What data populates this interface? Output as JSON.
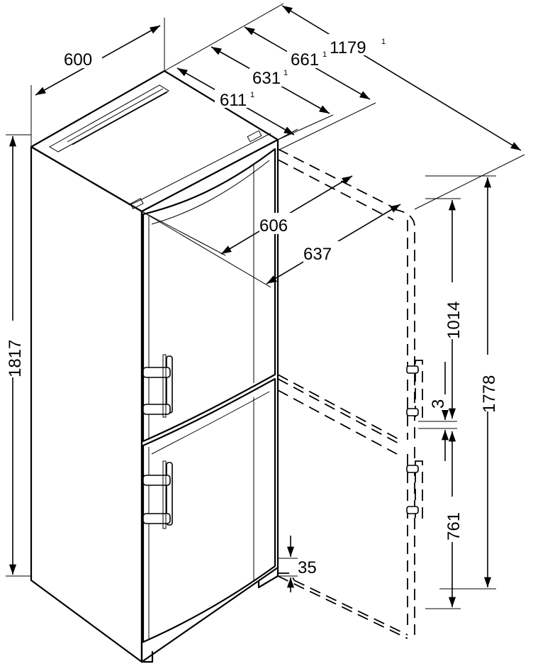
{
  "dimensions": {
    "width": "600",
    "depth_611": "611",
    "depth_611_sup": "1",
    "depth_631": "631",
    "depth_631_sup": "1",
    "depth_661": "661",
    "depth_661_sup": "1",
    "depth_1179": "1179",
    "depth_1179_sup": "1",
    "door_606": "606",
    "door_637": "637",
    "total_height": "1817",
    "height_1778": "1778",
    "height_1014": "1014",
    "gap_3": "3",
    "height_761": "761",
    "plinth_35": "35"
  }
}
